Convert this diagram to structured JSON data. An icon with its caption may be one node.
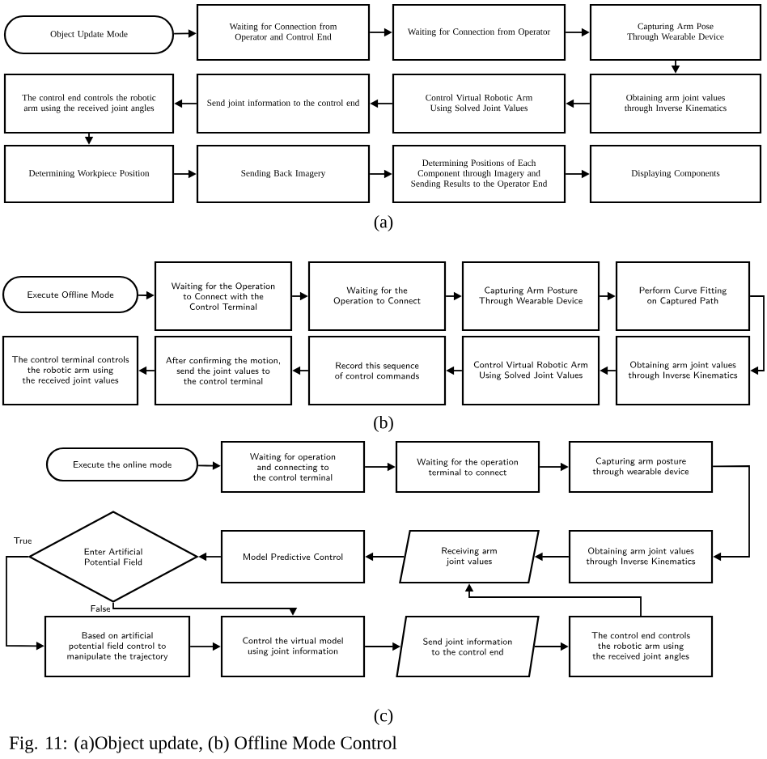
{
  "diagram": {
    "caption": "Fig. 11: (a)Object update, (b) Offline Mode Control",
    "nodes": [
      {
        "text": [
          "Object Update Mode"
        ]
      },
      {
        "text": [
          "Waiting for Connection from Operator and Control End"
        ]
      },
      {
        "text": [
          "Waiting for Connection from Operator"
        ]
      },
      {
        "text": [
          "Capturing Arm Pose Through Wearable Device"
        ]
      },
      {
        "text": [
          "Obtaining arm joint values through Inverse Kinematics"
        ]
      },
      {
        "text": [
          "Control Virtual Robotic Arm Using Solved Joint Values"
        ]
      },
      {
        "text": [
          "Send joint information to the control end"
        ]
      },
      {
        "text": [
          "The control end controls the robotic arm using the received joint angles"
        ]
      },
      {
        "text": [
          "Determining Workpiece Position"
        ]
      },
      {
        "text": [
          "Sending Back Imagery"
        ]
      },
      {
        "text": [
          "Determining Positions of Each Component through Imagery and Sending Results to the Operator End"
        ]
      },
      {
        "text": [
          "Displaying Components"
        ]
      },
      {
        "text": [
          "Execute Offline Mode"
        ]
      },
      {
        "text": [
          "Waiting for the Operation to Connect with the Control Terminal"
        ]
      },
      {
        "text": [
          "Waiting for the Operation to Connect"
        ]
      },
      {
        "text": [
          "Capturing Arm Posture Through Wearable Device"
        ]
      },
      {
        "text": [
          "Perform Curve Fitting on Captured Path"
        ]
      },
      {
        "text": [
          "Obtaining arm joint values through Inverse Kinematics"
        ]
      },
      {
        "text": [
          "Control Virtual Robotic Arm Using Solved Joint Values"
        ]
      },
      {
        "text": [
          "Record this sequence of control commands"
        ]
      },
      {
        "text": [
          "After confirming the motion, send the joint values to the control terminal"
        ]
      },
      {
        "text": [
          "The control terminal controls the robotic arm using the received joint values"
        ]
      },
      {
        "text": [
          "Execute the online mode"
        ]
      },
      {
        "text": [
          "Waiting for operation and connecting to the control terminal"
        ]
      },
      {
        "text": [
          "Waiting for the operation terminal to connect"
        ]
      },
      {
        "text": [
          "Capturing arm posture through wearable device"
        ]
      },
      {
        "text": [
          "Obtaining arm joint values through Inverse Kinematics"
        ]
      },
      {
        "text": [
          "Receiving arm joint values"
        ]
      },
      {
        "text": [
          "Model Predictive Control"
        ]
      },
      {
        "text": [
          "Enter Artificial Potential Field"
        ]
      },
      {
        "text": [
          "Based on artificial potential field control to manipulate the trajectory"
        ]
      },
      {
        "text": [
          "Control the virtual model using joint information"
        ]
      },
      {
        "text": [
          "Send joint information to the control end"
        ]
      },
      {
        "text": [
          "The control end controls the robotic arm using the received joint angles"
        ]
      }
    ],
    "edges": [
      {
        "from": 0,
        "to": 1,
        "arrow": "to"
      },
      {
        "from": 1,
        "to": 2,
        "arrow": "to"
      },
      {
        "from": 2,
        "to": 3,
        "arrow": "to"
      },
      {
        "from": 3,
        "to": 4,
        "arrow": "to"
      },
      {
        "from": 4,
        "to": 5,
        "arrow": "to"
      },
      {
        "from": 5,
        "to": 6,
        "arrow": "to"
      },
      {
        "from": 6,
        "to": 7,
        "arrow": "to"
      },
      {
        "from": 7,
        "to": 8,
        "arrow": "to"
      },
      {
        "from": 8,
        "to": 9,
        "arrow": "to"
      },
      {
        "from": 9,
        "to": 10,
        "arrow": "to"
      },
      {
        "from": 10,
        "to": 11,
        "arrow": "to"
      },
      {
        "from": 12,
        "to": 13,
        "arrow": "to"
      },
      {
        "from": 13,
        "to": 14,
        "arrow": "to"
      },
      {
        "from": 14,
        "to": 15,
        "arrow": "to"
      },
      {
        "from": 15,
        "to": 16,
        "arrow": "to"
      },
      {
        "from": 16,
        "to": 17,
        "arrow": "to"
      },
      {
        "from": 17,
        "to": 18,
        "arrow": "to"
      },
      {
        "from": 18,
        "to": 19,
        "arrow": "to"
      },
      {
        "from": 19,
        "to": 20,
        "arrow": "to"
      },
      {
        "from": 20,
        "to": 21,
        "arrow": "to"
      },
      {
        "from": 22,
        "to": 23,
        "arrow": "to"
      },
      {
        "from": 23,
        "to": 24,
        "arrow": "to"
      },
      {
        "from": 24,
        "to": 25,
        "arrow": "to"
      },
      {
        "from": 25,
        "to": 26,
        "arrow": "to"
      },
      {
        "from": 26,
        "to": 27,
        "arrow": "to"
      },
      {
        "from": 27,
        "to": 28,
        "arrow": "to"
      },
      {
        "from": 28,
        "to": 29,
        "arrow": "to"
      },
      {
        "from": 29,
        "to": 30,
        "arrow": "to",
        "label": "True"
      },
      {
        "from": 29,
        "to": 31,
        "arrow": "to",
        "label": "False"
      },
      {
        "from": 30,
        "to": 31,
        "arrow": "to"
      },
      {
        "from": 31,
        "to": 32,
        "arrow": "to"
      },
      {
        "from": 32,
        "to": 33,
        "arrow": "to"
      },
      {
        "from": 33,
        "to": 27,
        "arrow": "to"
      }
    ],
    "labels": [
      "(a)",
      "(b)",
      "(c)"
    ]
  }
}
